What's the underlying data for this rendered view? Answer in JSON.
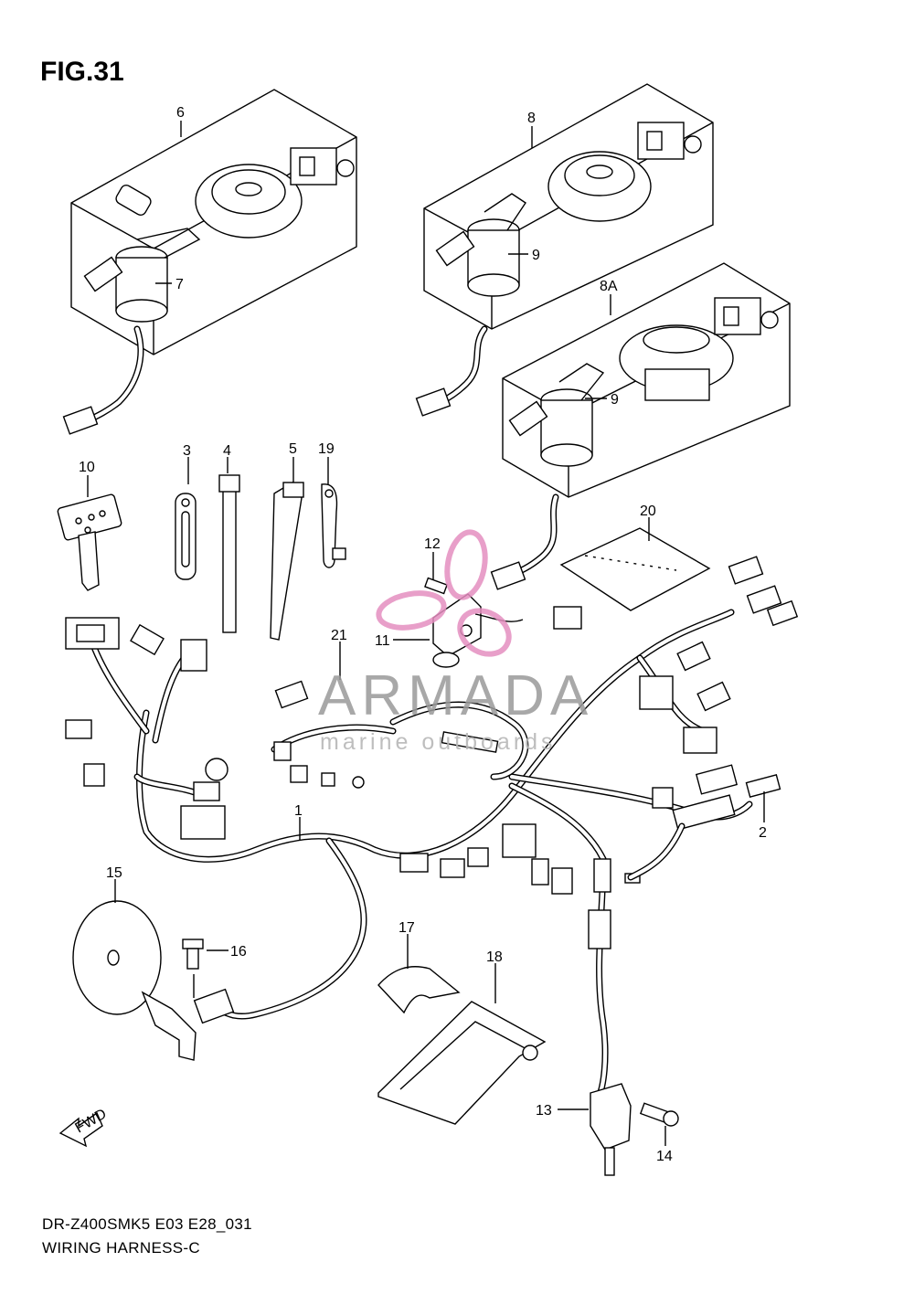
{
  "figure": {
    "title": "FIG.31",
    "footer_line1": "DR-Z400SMK5 E03 E28_031",
    "footer_line2": "WIRING HARNESS-C",
    "watermark_title": "ARMADA",
    "watermark_subtitle": "marine outboards",
    "fwd_label": "FWD"
  },
  "callouts": [
    "1",
    "2",
    "3",
    "4",
    "5",
    "6",
    "7",
    "8",
    "8A",
    "9",
    "9",
    "10",
    "11",
    "12",
    "13",
    "14",
    "15",
    "16",
    "17",
    "18",
    "19",
    "20",
    "21"
  ],
  "colors": {
    "line": "#000000",
    "watermark_pink": "#e58fc0",
    "watermark_gray": "#9a9a9a"
  }
}
